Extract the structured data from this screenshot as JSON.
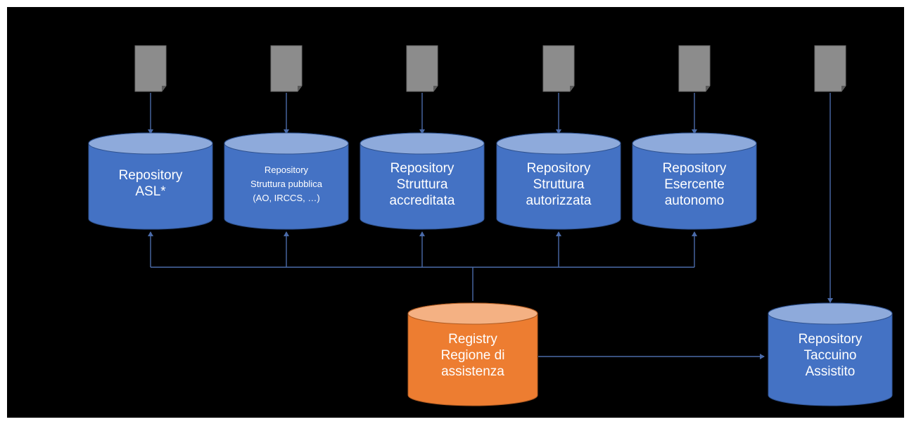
{
  "repositories": [
    {
      "lines": [
        "Repository",
        "ASL*"
      ]
    },
    {
      "lines": [
        "Repository",
        "Struttura pubblica",
        "(AO, IRCCS, …)"
      ]
    },
    {
      "lines": [
        "Repository",
        "Struttura",
        "accreditata"
      ]
    },
    {
      "lines": [
        "Repository",
        "Struttura",
        "autorizzata"
      ]
    },
    {
      "lines": [
        "Repository",
        "Esercente",
        "autonomo"
      ]
    }
  ],
  "registry": {
    "lines": [
      "Registry",
      "Regione di",
      "assistenza"
    ]
  },
  "taccuino": {
    "lines": [
      "Repository",
      "Taccuino",
      "Assistito"
    ]
  },
  "colors": {
    "background": "#000000",
    "repository_fill": "#4472c4",
    "repository_top": "#8eaadb",
    "registry_fill": "#ed7d31",
    "registry_top": "#f4b183",
    "document": "#8c8c8c",
    "connector": "#4a6aa8"
  },
  "icons": [
    "document-icon",
    "database-cylinder-icon",
    "arrow-icon"
  ]
}
